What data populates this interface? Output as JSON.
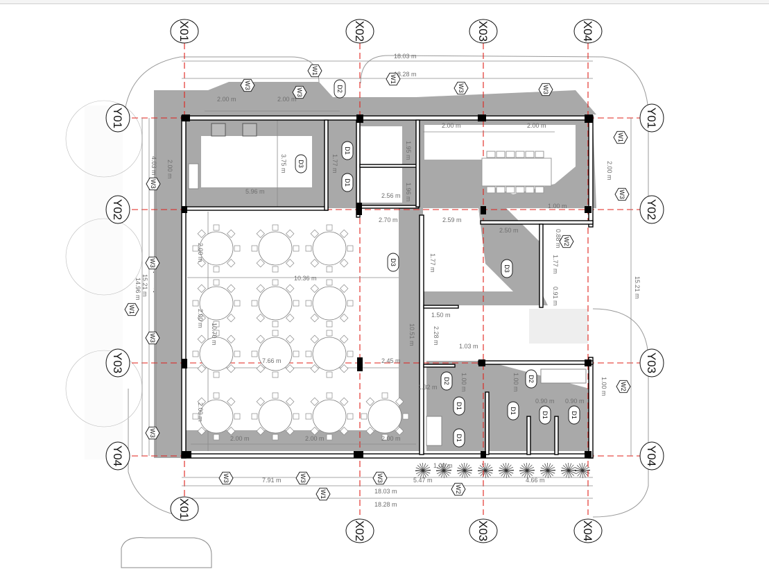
{
  "grid": {
    "x_axes": [
      "X01",
      "X02",
      "X03",
      "X04"
    ],
    "y_axes": [
      "Y01",
      "Y02",
      "Y03",
      "Y04"
    ]
  },
  "dims": {
    "overall_inner_top": "18.03 m",
    "overall_outer_top": "18.28 m",
    "overall_inner_bottom": "18.03 m",
    "overall_outer_bottom": "18.28 m",
    "kitchen_win_1": "2.00 m",
    "kitchen_win_2": "2.00 m",
    "kitchen_depth": "3.75 m",
    "kitchen_width": "5.96 m",
    "kitchen_side": "4.03 m",
    "kitchen_side_win": "2.00 m",
    "corridor_1": "1.77 m",
    "store_1": "1.95 m",
    "store_2": "1.96 m",
    "store_width": "2.56 m",
    "hall_width": "2.70 m",
    "meeting_bottom": "2.59 m",
    "meeting_lobby": "2.50 m",
    "meeting_win_small": "1.00 m",
    "meeting_w2": "0.88 m",
    "meeting_win_1": "2.00 m",
    "meeting_win_2": "2.00 m",
    "meeting_side_win": "2.00 m",
    "dining_win_1": "2.00 m",
    "dining_length": "10.36 m",
    "dining_win_2": "2.00 m",
    "dining_depth": "10.70 m",
    "dining_mid": "7.66 m",
    "dining_win_3": "2.00 m",
    "left_total_1": "14.96 m",
    "left_total_2": "15.21 m",
    "bottom_win_1": "2.00 m",
    "bottom_win_2": "2.00 m",
    "bottom_win_3": "2.00 m",
    "bottom_left": "7.91 m",
    "bottom_mid": "5.47 m",
    "bottom_right": "4.66 m",
    "bottom_w2": "1.00 m",
    "center_door": "1.77 m",
    "lobby_door": "1.77 m",
    "lobby_small": "0.91 m",
    "passage_1": "1.50 m",
    "passage_2": "2.28 m",
    "hall_length": "10.51 m",
    "passage_3": "1.03 m",
    "hall_gap": "2.45 m",
    "wc_1": "1.32 m",
    "wc_2": "1.00 m",
    "wc_3": "1.00 m",
    "wc_side": "1.00 m",
    "wc_cub_1": "0.90 m",
    "wc_cub_2": "0.90 m",
    "right_total": "15.21 m"
  },
  "tags": {
    "w3_k1": "W3",
    "w3_k2": "W3",
    "w1_k": "W1",
    "d2_k": "D2",
    "w1_m": "W1",
    "w3_m1": "W3",
    "w3_m2": "W3",
    "w1_r": "W1",
    "w3_r": "W3",
    "w2_r": "W2",
    "d3_k": "D3",
    "d1_a": "D1",
    "d1_b": "D1",
    "d3_c": "D3",
    "d3_l": "D3",
    "w3_l1": "W3",
    "w3_l2": "W3",
    "w1_l": "W1",
    "w3_l3": "W3",
    "w3_l4": "W3",
    "w3_b1": "W3",
    "w3_b2": "W3",
    "w1_b": "W1",
    "w3_b3": "W3",
    "w2_b": "W2",
    "d2_w1": "D2",
    "d2_w2": "D2",
    "d1_w1": "D1",
    "d1_w2": "D1",
    "d1_w3": "D1",
    "d1_w4": "D1",
    "d1_w5": "D1",
    "w2_w": "W2"
  },
  "colors": {
    "grid": "#e0201a",
    "shadow": "#a9a9a9",
    "wall": "#000000"
  }
}
